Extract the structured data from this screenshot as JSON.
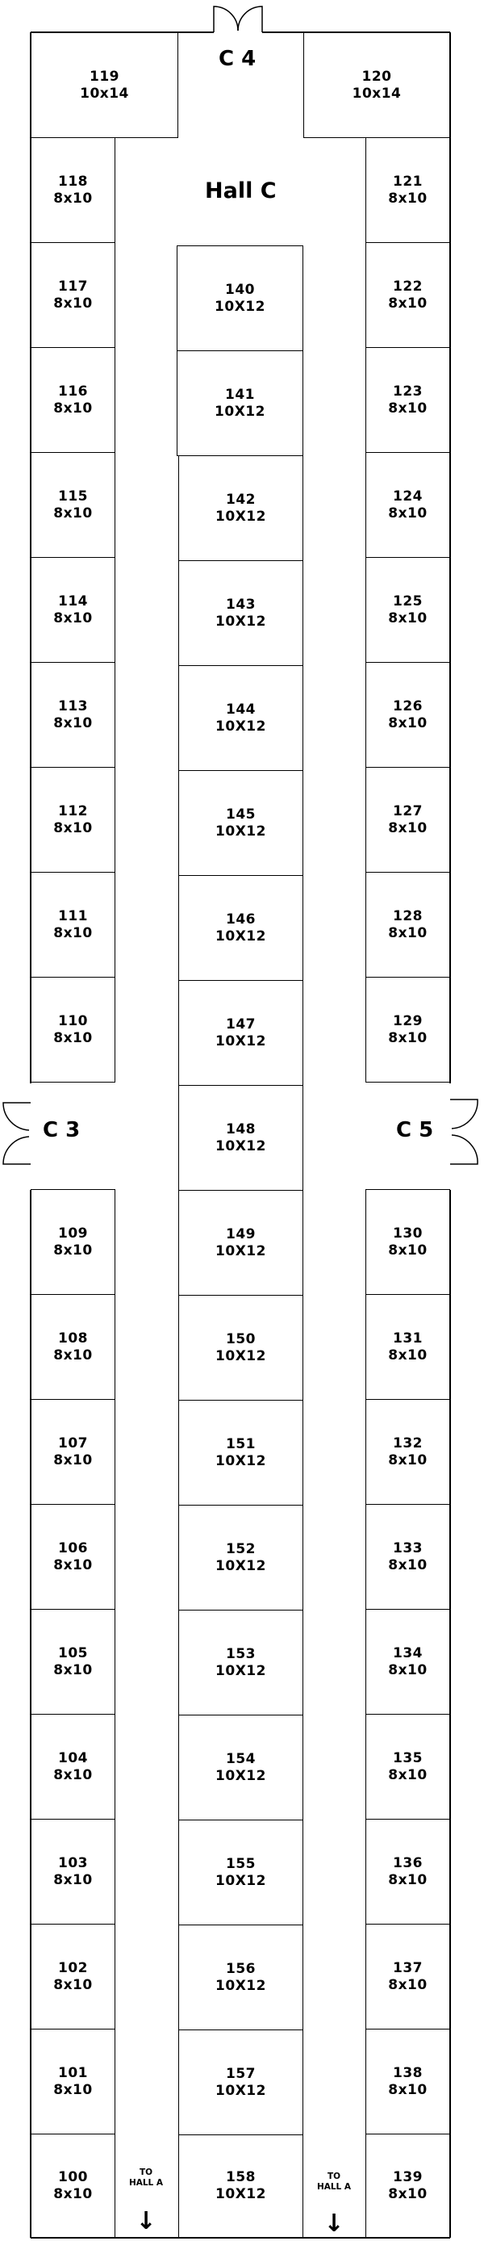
{
  "hall": {
    "title": "Hall C"
  },
  "doors": {
    "top": "C 4",
    "left": "C 3",
    "right": "C 5"
  },
  "exits": {
    "label": "TO HALL A",
    "arrow": "↓"
  },
  "booths": {
    "b119": {
      "num": "119",
      "size": "10x14"
    },
    "b120": {
      "num": "120",
      "size": "10x14"
    },
    "b118": {
      "num": "118",
      "size": "8x10"
    },
    "b117": {
      "num": "117",
      "size": "8x10"
    },
    "b116": {
      "num": "116",
      "size": "8x10"
    },
    "b115": {
      "num": "115",
      "size": "8x10"
    },
    "b114": {
      "num": "114",
      "size": "8x10"
    },
    "b113": {
      "num": "113",
      "size": "8x10"
    },
    "b112": {
      "num": "112",
      "size": "8x10"
    },
    "b111": {
      "num": "111",
      "size": "8x10"
    },
    "b110": {
      "num": "110",
      "size": "8x10"
    },
    "b109": {
      "num": "109",
      "size": "8x10"
    },
    "b108": {
      "num": "108",
      "size": "8x10"
    },
    "b107": {
      "num": "107",
      "size": "8x10"
    },
    "b106": {
      "num": "106",
      "size": "8x10"
    },
    "b105": {
      "num": "105",
      "size": "8x10"
    },
    "b104": {
      "num": "104",
      "size": "8x10"
    },
    "b103": {
      "num": "103",
      "size": "8x10"
    },
    "b102": {
      "num": "102",
      "size": "8x10"
    },
    "b101": {
      "num": "101",
      "size": "8x10"
    },
    "b100": {
      "num": "100",
      "size": "8x10"
    },
    "b121": {
      "num": "121",
      "size": "8x10"
    },
    "b122": {
      "num": "122",
      "size": "8x10"
    },
    "b123": {
      "num": "123",
      "size": "8x10"
    },
    "b124": {
      "num": "124",
      "size": "8x10"
    },
    "b125": {
      "num": "125",
      "size": "8x10"
    },
    "b126": {
      "num": "126",
      "size": "8x10"
    },
    "b127": {
      "num": "127",
      "size": "8x10"
    },
    "b128": {
      "num": "128",
      "size": "8x10"
    },
    "b129": {
      "num": "129",
      "size": "8x10"
    },
    "b130": {
      "num": "130",
      "size": "8x10"
    },
    "b131": {
      "num": "131",
      "size": "8x10"
    },
    "b132": {
      "num": "132",
      "size": "8x10"
    },
    "b133": {
      "num": "133",
      "size": "8x10"
    },
    "b134": {
      "num": "134",
      "size": "8x10"
    },
    "b135": {
      "num": "135",
      "size": "8x10"
    },
    "b136": {
      "num": "136",
      "size": "8x10"
    },
    "b137": {
      "num": "137",
      "size": "8x10"
    },
    "b138": {
      "num": "138",
      "size": "8x10"
    },
    "b139": {
      "num": "139",
      "size": "8x10"
    },
    "b140": {
      "num": "140",
      "size": "10X12"
    },
    "b141": {
      "num": "141",
      "size": "10X12"
    },
    "b142": {
      "num": "142",
      "size": "10X12"
    },
    "b143": {
      "num": "143",
      "size": "10X12"
    },
    "b144": {
      "num": "144",
      "size": "10X12"
    },
    "b145": {
      "num": "145",
      "size": "10X12"
    },
    "b146": {
      "num": "146",
      "size": "10X12"
    },
    "b147": {
      "num": "147",
      "size": "10X12"
    },
    "b148": {
      "num": "148",
      "size": "10X12"
    },
    "b149": {
      "num": "149",
      "size": "10X12"
    },
    "b150": {
      "num": "150",
      "size": "10X12"
    },
    "b151": {
      "num": "151",
      "size": "10X12"
    },
    "b152": {
      "num": "152",
      "size": "10X12"
    },
    "b153": {
      "num": "153",
      "size": "10X12"
    },
    "b154": {
      "num": "154",
      "size": "10X12"
    },
    "b155": {
      "num": "155",
      "size": "10X12"
    },
    "b156": {
      "num": "156",
      "size": "10X12"
    },
    "b157": {
      "num": "157",
      "size": "10X12"
    },
    "b158": {
      "num": "158",
      "size": "10X12"
    }
  }
}
